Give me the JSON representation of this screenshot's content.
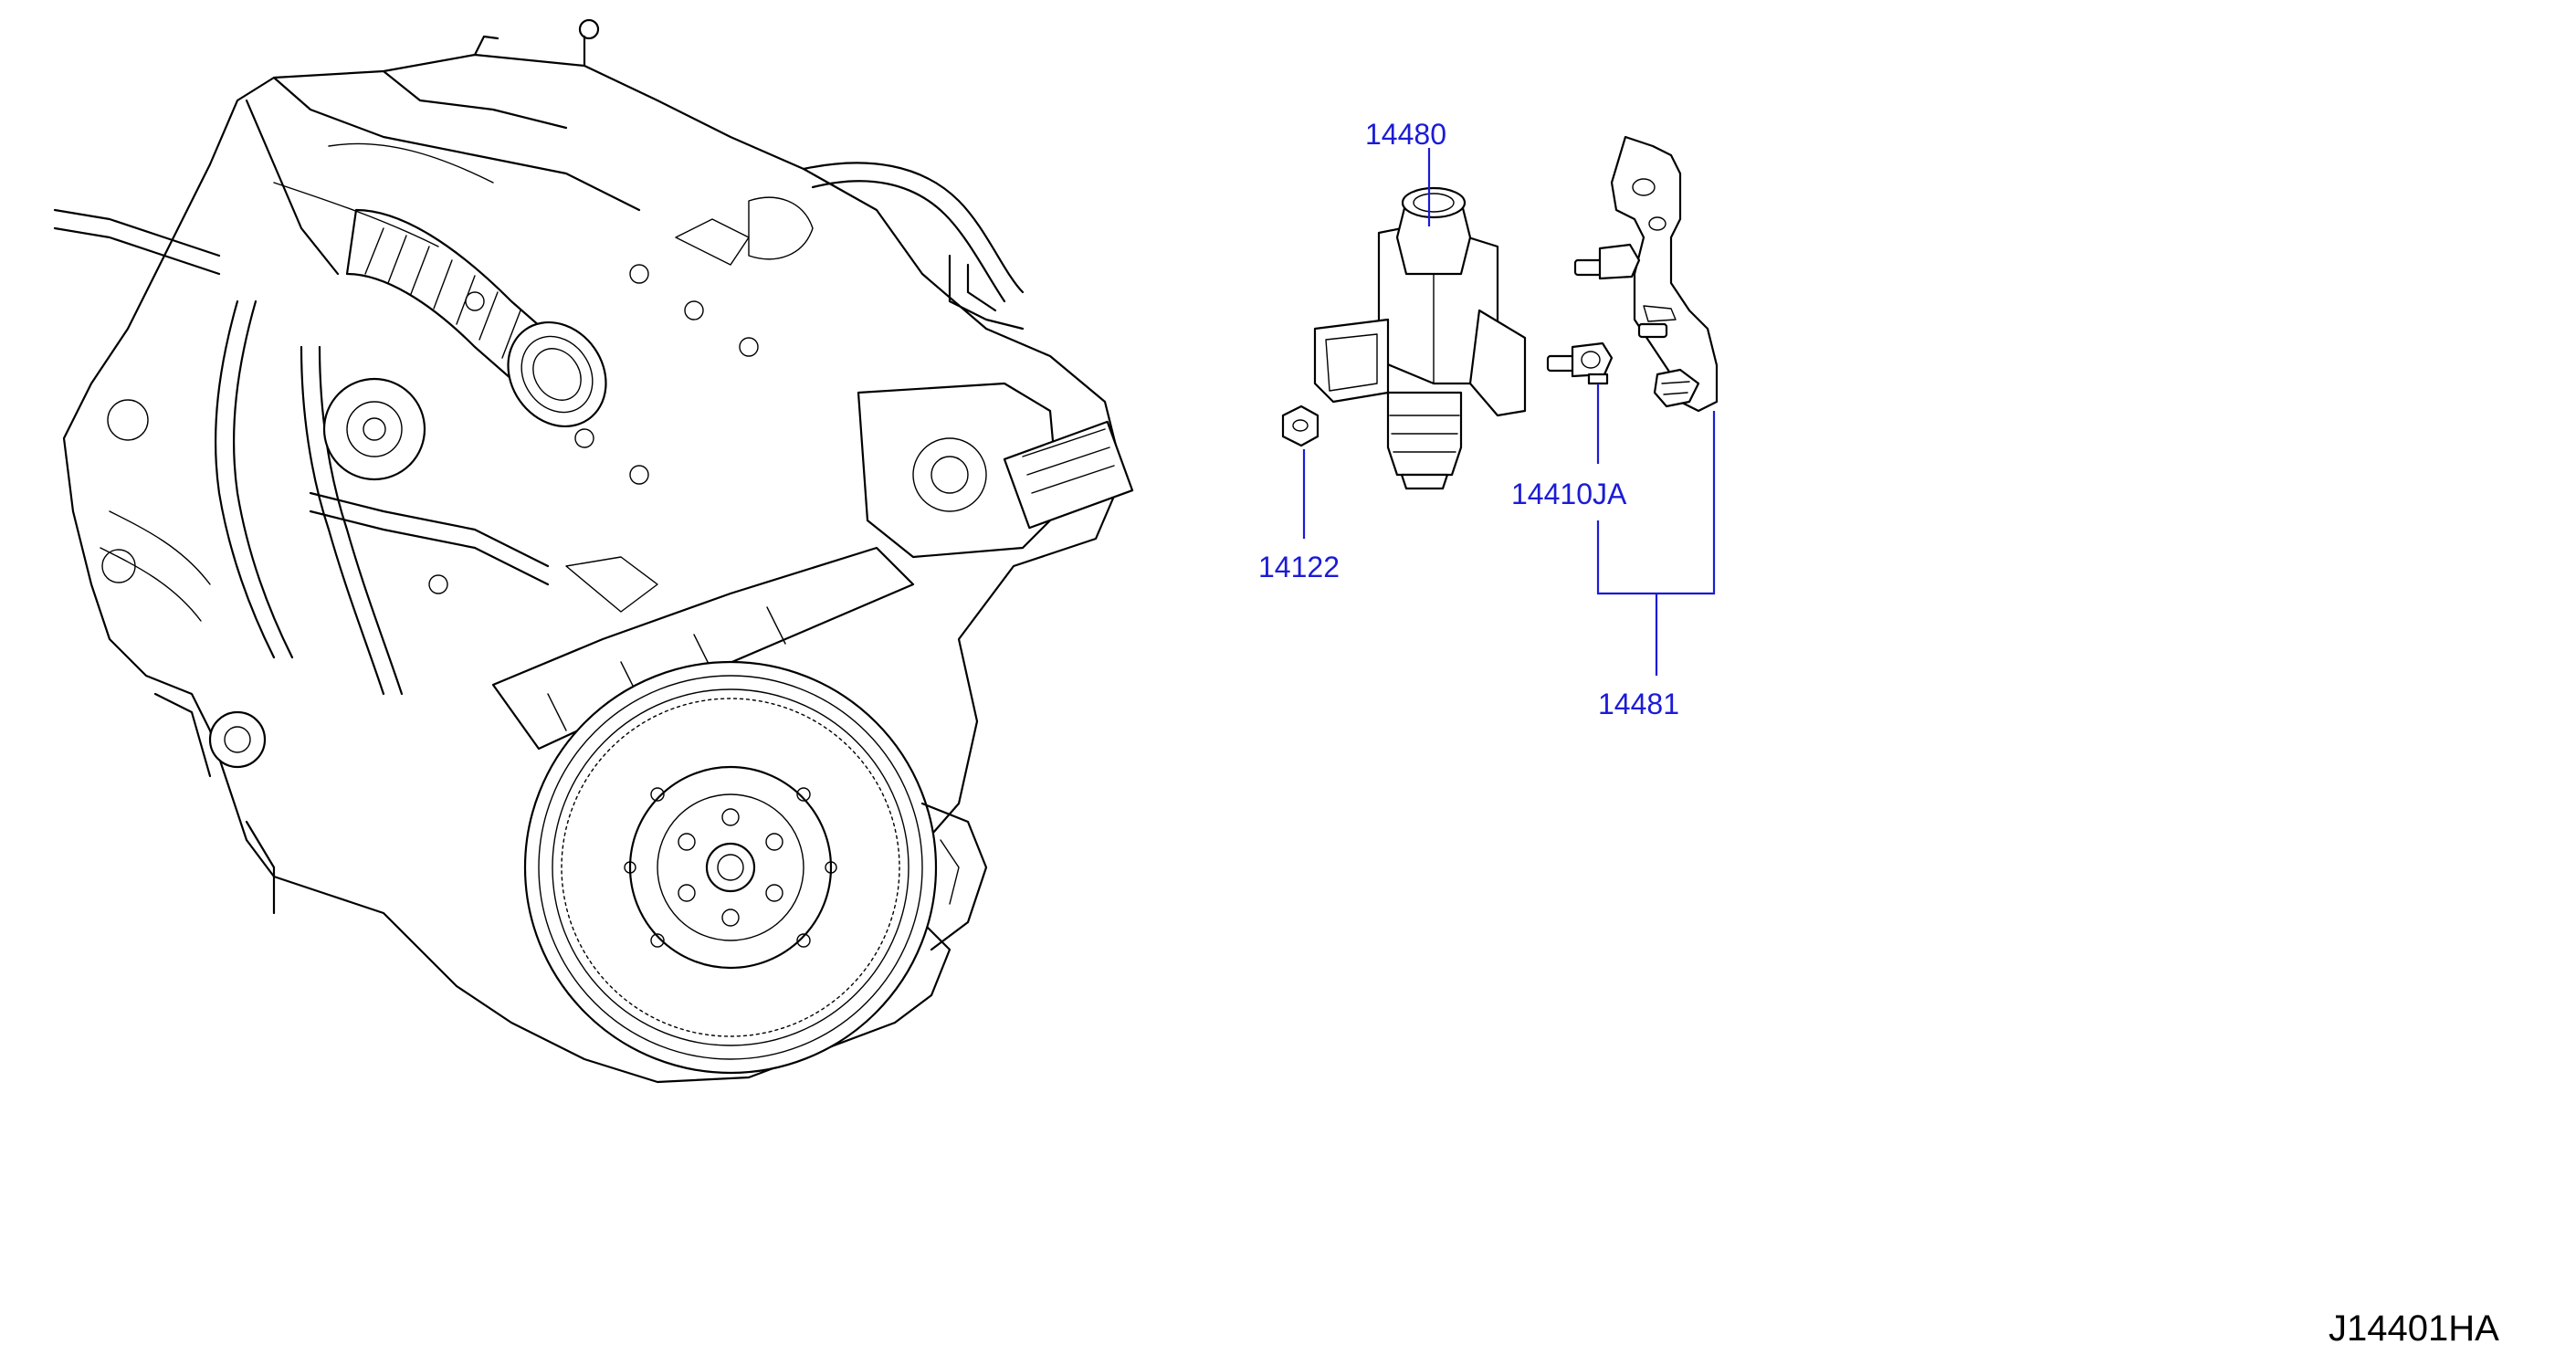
{
  "colors": {
    "callout": "#1b1bd6",
    "line_art": "#000000",
    "background": "#ffffff"
  },
  "callouts": {
    "p14480": "14480",
    "p14122": "14122",
    "p14410JA": "14410JA",
    "p14481": "14481"
  },
  "drawing_code": "J14401HA"
}
